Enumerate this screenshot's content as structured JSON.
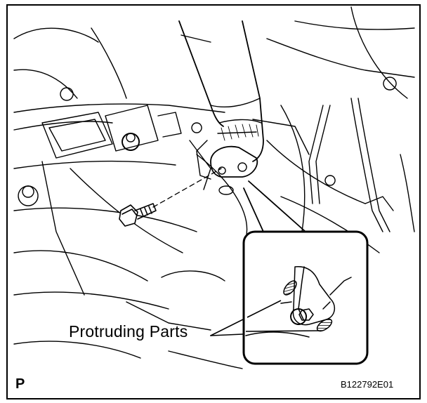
{
  "callout": {
    "label": "Protruding Parts"
  },
  "corner": {
    "view_letter": "P",
    "figure_id": "B122792E01"
  },
  "parts": {
    "seat_belt_strap": "seat-belt-strap",
    "anchor_plate": "seat-belt-anchor-plate",
    "bolt": "anchor-bolt",
    "detail_view": "protruding-parts-detail"
  },
  "colors": {
    "line": "#000000",
    "background": "#ffffff"
  }
}
